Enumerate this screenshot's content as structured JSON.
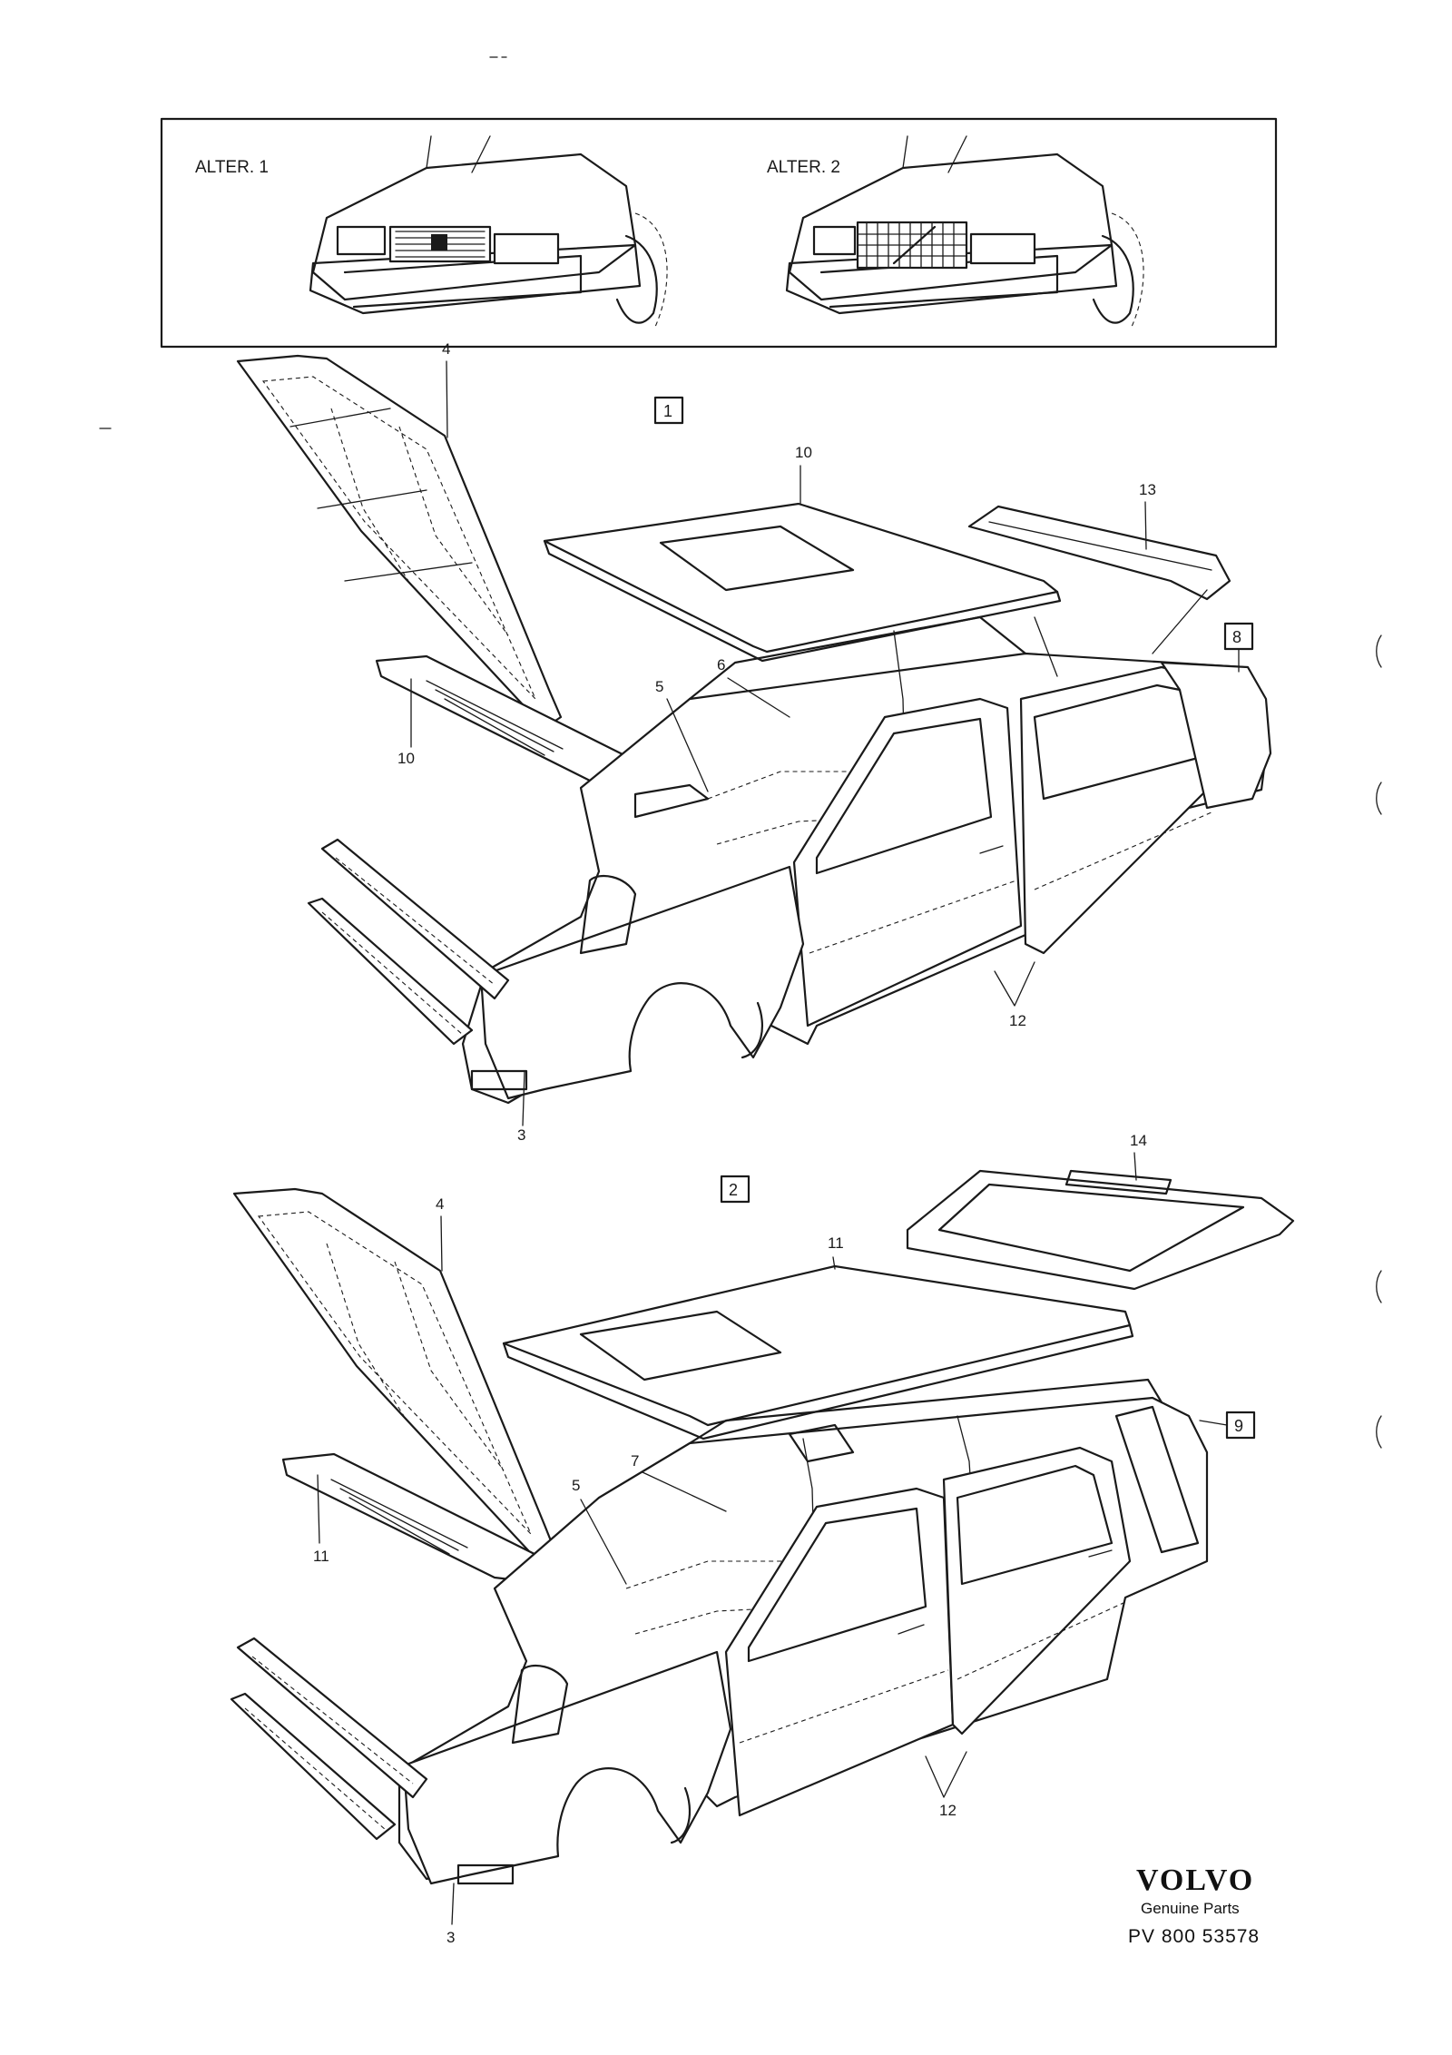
{
  "inset": {
    "alter1_label": "ALTER. 1",
    "alter2_label": "ALTER. 2"
  },
  "sedan": {
    "variant_box": "1",
    "callouts": {
      "hood": "4",
      "roof": "10",
      "trunk_lid": "13",
      "cowl_panel": "10",
      "a_pillar": "5",
      "floor": "6",
      "body_box": "8",
      "doors": "12",
      "front_frame": "3"
    }
  },
  "wagon": {
    "variant_box": "2",
    "callouts": {
      "hood": "4",
      "tailgate": "14",
      "roof": "11",
      "cowl_panel": "11",
      "a_pillar": "5",
      "floor": "7",
      "body_box": "9",
      "doors": "12",
      "front_frame": "3"
    }
  },
  "brand": {
    "logo_text": "VOLVO",
    "subtitle": "Genuine Parts",
    "part_code": "PV  800  53578"
  }
}
